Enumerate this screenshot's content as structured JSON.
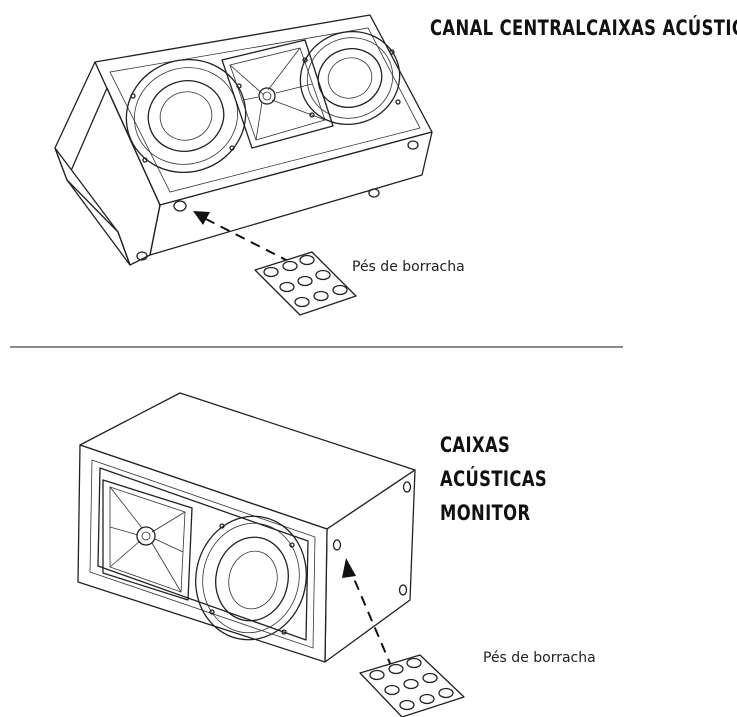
{
  "sections": {
    "center": {
      "title": "CANAL CENTRALCAIXAS ACÚSTICAS",
      "caption": "Pés de borracha"
    },
    "monitor": {
      "title_lines": [
        "CAIXAS",
        "ACÚSTICAS",
        "MONITOR"
      ],
      "caption": "Pés de borracha"
    }
  },
  "colors": {
    "line": "#222222",
    "divider": "#8a8a8a",
    "background": "#ffffff"
  }
}
